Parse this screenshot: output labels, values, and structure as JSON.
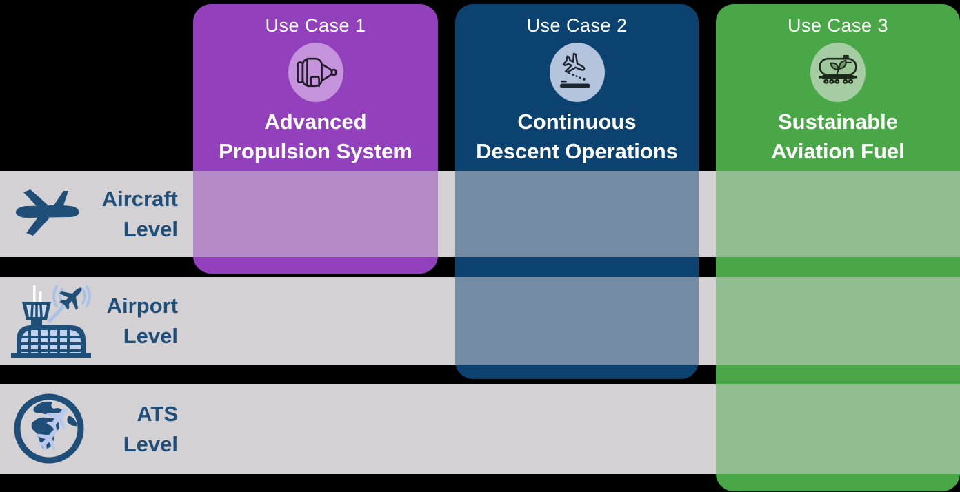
{
  "use_cases": [
    {
      "label": "Use Case 1",
      "title_line1": "Advanced",
      "title_line2": "Propulsion System",
      "icon": "jet-engine-icon",
      "levels_covered": [
        "Aircraft Level"
      ]
    },
    {
      "label": "Use Case 2",
      "title_line1": "Continuous",
      "title_line2": "Descent Operations",
      "icon": "descending-aircraft-icon",
      "levels_covered": [
        "Aircraft Level",
        "Airport Level"
      ]
    },
    {
      "label": "Use Case 3",
      "title_line1": "Sustainable",
      "title_line2": "Aviation Fuel",
      "icon": "fuel-tanker-icon",
      "levels_covered": [
        "Aircraft Level",
        "Airport Level",
        "ATS Level"
      ]
    }
  ],
  "levels": [
    {
      "line1": "Aircraft",
      "line2": "Level",
      "icon": "airplane-icon"
    },
    {
      "line1": "Airport",
      "line2": "Level",
      "icon": "airport-tower-icon"
    },
    {
      "line1": "ATS",
      "line2": "Level",
      "icon": "globe-flights-icon"
    }
  ],
  "colors": {
    "purple": "#9340BC",
    "purple_light": "#C493DB",
    "navy": "#0C4270",
    "navy_light": "#B3C4DC",
    "green": "#4AA747",
    "green_light": "#A6CCA3",
    "row_gray": "#D3D1D3",
    "label_navy": "#1F4E79",
    "bg": "#000000",
    "card_text": "#FFFFFF"
  }
}
